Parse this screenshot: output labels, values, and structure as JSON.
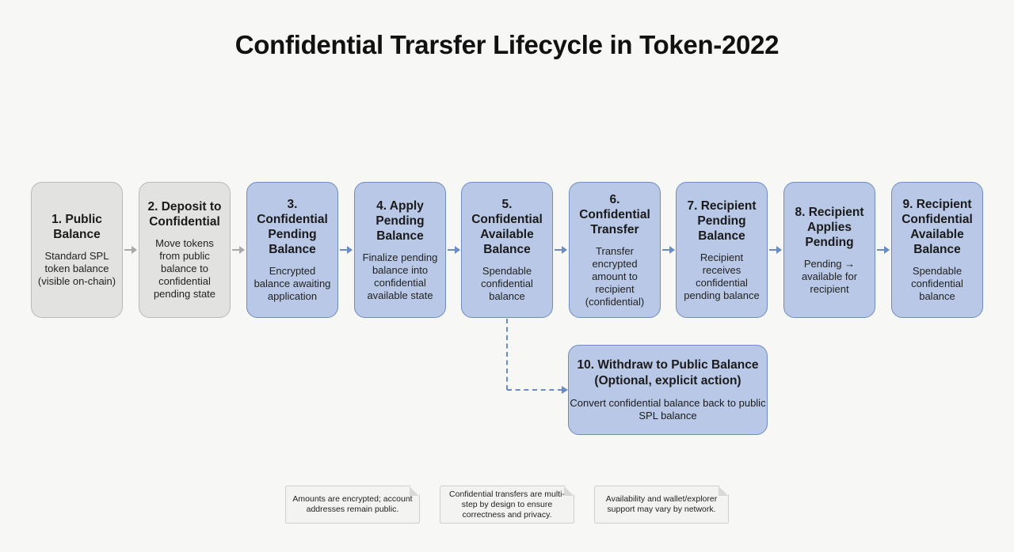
{
  "title": "Confidential Trarsfer Lifecycle in Token-2022",
  "steps": [
    {
      "head": "1. Public Balance",
      "desc": "Standard SPL token balance (visible on-chain)",
      "style": "gray"
    },
    {
      "head": "2. Deposit to Confidential",
      "desc": "Move tokens from public balance to confidential pending state",
      "style": "gray"
    },
    {
      "head": "3. Confidential Pending Balance",
      "desc": "Encrypted balance awaiting application",
      "style": "blue"
    },
    {
      "head": "4. Apply Pending Balance",
      "desc": "Finalize pending balance into confidential available state",
      "style": "blue"
    },
    {
      "head": "5. Confidential Available Balance",
      "desc": "Spendable confidential balance",
      "style": "blue"
    },
    {
      "head": "6. Confidential Transfer",
      "desc": "Transfer encrypted amount to recipient (confidential)",
      "style": "blue"
    },
    {
      "head": "7. Recipient Pending Balance",
      "desc": "Recipient receives confidential pending balance",
      "style": "blue"
    },
    {
      "head": "8. Recipient Applies Pending",
      "desc": "Pending → available for recipient",
      "style": "blue"
    },
    {
      "head": "9. Recipient Confidential Available Balance",
      "desc": "Spendable confidential balance",
      "style": "blue"
    }
  ],
  "withdraw": {
    "head_line1": "10. Withdraw to Public Balance",
    "head_line2": "(Optional, explicit action)",
    "desc": "Convert confidential balance back to public SPL balance"
  },
  "notes": [
    "Amounts are encrypted; account addresses remain public.",
    "Confidential transfers are multi-step by design to ensure correctness and privacy.",
    "Availability and wallet/explorer support may vary by network."
  ],
  "colors": {
    "public_fill": "#e2e2e0",
    "confidential_fill": "#b8c8e6",
    "confidential_border": "#6f8cbf",
    "arrow_blue": "#6a8bc4",
    "arrow_gray": "#a9a9a9"
  }
}
